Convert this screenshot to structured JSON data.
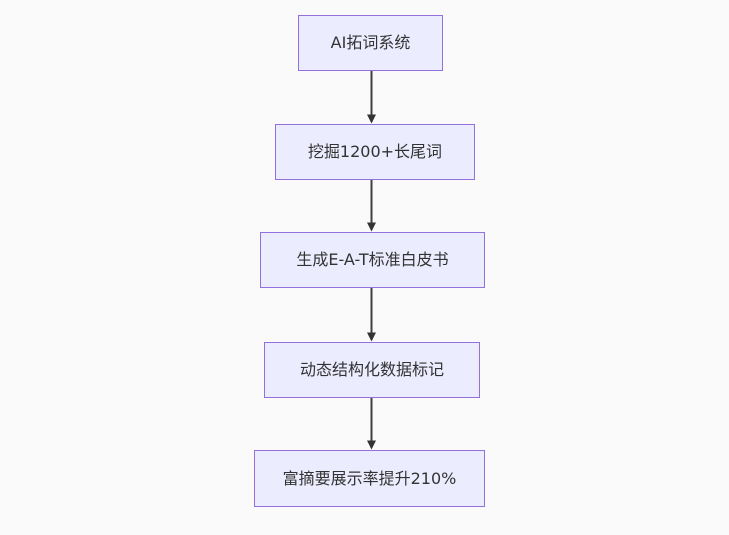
{
  "diagram": {
    "type": "flowchart",
    "direction": "top-down",
    "nodes": [
      {
        "label": "AI拓词系统"
      },
      {
        "label": "挖掘1200+长尾词"
      },
      {
        "label": "生成E-A-T标准白皮书"
      },
      {
        "label": "动态结构化数据标记"
      },
      {
        "label": "富摘要展示率提升210%"
      }
    ],
    "edges": [
      {
        "from": "AI拓词系统",
        "to": "挖掘1200+长尾词"
      },
      {
        "from": "挖掘1200+长尾词",
        "to": "生成E-A-T标准白皮书"
      },
      {
        "from": "生成E-A-T标准白皮书",
        "to": "动态结构化数据标记"
      },
      {
        "from": "动态结构化数据标记",
        "to": "富摘要展示率提升210%"
      }
    ],
    "colors": {
      "node_fill": "#ECECFF",
      "node_border": "#9370DB",
      "node_text": "#333333",
      "arrow": "#333333",
      "background": "#fafafa"
    }
  }
}
